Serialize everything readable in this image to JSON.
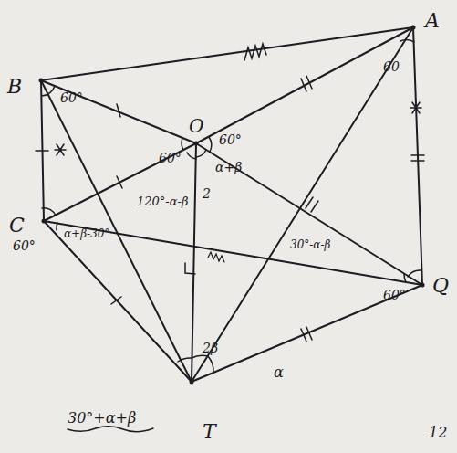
{
  "diagram": {
    "labels": [
      "B",
      "A",
      "O",
      "C",
      "Q",
      "T",
      "60°",
      "60°",
      "60°",
      "α+β",
      "120°-α-β",
      "2",
      "60°",
      "α+β-30°",
      "30°-α-β",
      "60°",
      "60",
      "2β",
      "α",
      "30°+α+β",
      "12"
    ]
  }
}
